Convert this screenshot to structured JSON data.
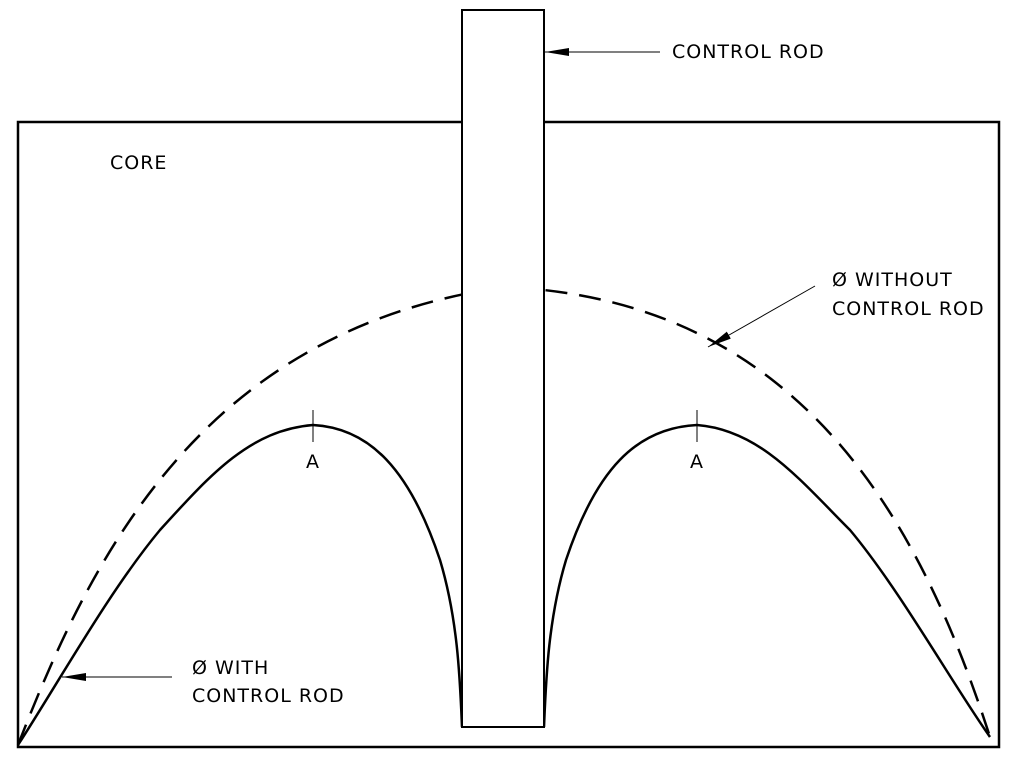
{
  "labels": {
    "control_rod": "CONTROL ROD",
    "core": "CORE",
    "without_line1": "Ø WITHOUT",
    "without_line2": "CONTROL ROD",
    "with_line1": "Ø WITH",
    "with_line2": "CONTROL ROD",
    "peak_left": "A",
    "peak_right": "A"
  },
  "colors": {
    "line": "#000000",
    "background": "#ffffff"
  }
}
